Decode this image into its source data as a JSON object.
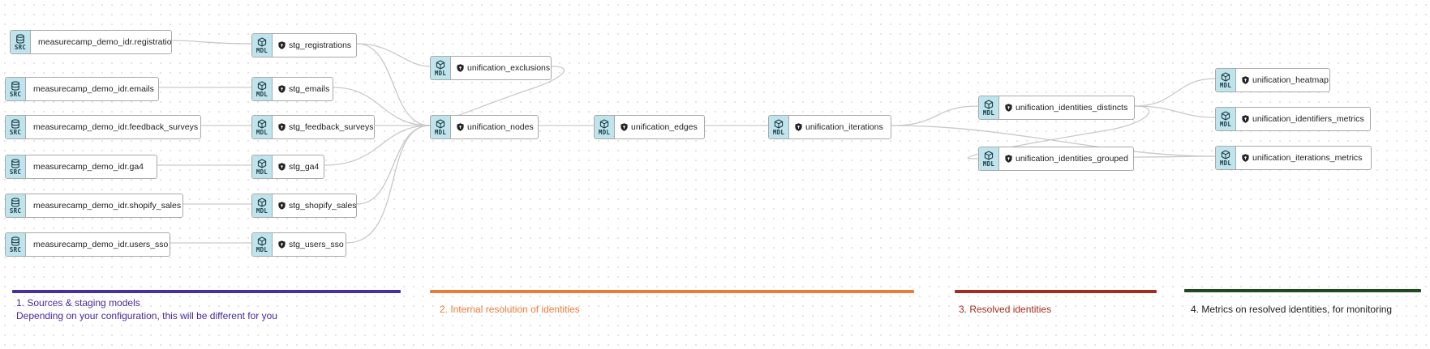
{
  "legend": {
    "group_1_title": "1. Sources & staging models",
    "group_1_note": "Depending on your configuration, this will be different for you",
    "group_2_title": "2. Internal resolution of identities",
    "group_3_title": "3. Resolved identities",
    "group_4_title": "4. Metrics on resolved identities, for monitoring"
  },
  "colors": {
    "group_1": "#4a2fa0",
    "group_2": "#ef7a36",
    "group_3": "#a32c1c",
    "group_4": "#1f4b1c",
    "group_1_text": "#4b2a9a",
    "group_2_text": "#ef7a36",
    "group_3_text": "#a32c1c",
    "group_4_text": "#1d1d1d",
    "node_tag_bg": "#bfe4ec",
    "edge": "#c9c9c9"
  },
  "node_tags": {
    "source": "SRC",
    "model": "MDL"
  },
  "icons": {
    "source": "database-icon",
    "model": "cube-icon",
    "access": "shield-icon"
  },
  "nodes": {
    "src_registrations": "measurecamp_demo_idr.registrations",
    "src_emails": "measurecamp_demo_idr.emails",
    "src_feedback_surveys": "measurecamp_demo_idr.feedback_surveys",
    "src_ga4": "measurecamp_demo_idr.ga4",
    "src_shopify_sales": "measurecamp_demo_idr.shopify_sales",
    "src_users_sso": "measurecamp_demo_idr.users_sso",
    "stg_registrations": "stg_registrations",
    "stg_emails": "stg_emails",
    "stg_feedback_surveys": "stg_feedback_surveys",
    "stg_ga4": "stg_ga4",
    "stg_shopify_sales": "stg_shopify_sales",
    "stg_users_sso": "stg_users_sso",
    "unification_exclusions": "unification_exclusions",
    "unification_nodes": "unification_nodes",
    "unification_edges": "unification_edges",
    "unification_iterations": "unification_iterations",
    "unification_identities_distincts": "unification_identities_distincts",
    "unification_identities_grouped": "unification_identities_grouped",
    "unification_heatmap": "unification_heatmap",
    "unification_identifiers_metrics": "unification_identifiers_metrics",
    "unification_iterations_metrics": "unification_iterations_metrics"
  }
}
